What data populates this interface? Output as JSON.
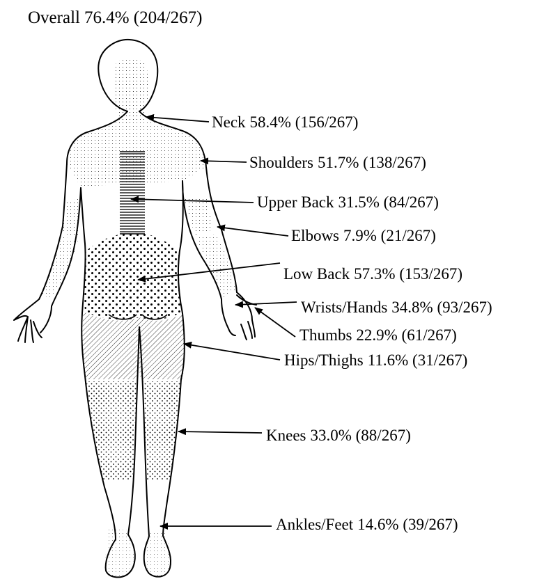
{
  "overall": {
    "label": "Overall",
    "value": "76.4% (204/267)"
  },
  "regions": {
    "neck": {
      "label": "Neck",
      "value": "58.4% (156/267)"
    },
    "shoulders": {
      "label": "Shoulders",
      "value": "51.7% (138/267)"
    },
    "upper_back": {
      "label": "Upper Back",
      "value": "31.5% (84/267)"
    },
    "elbows": {
      "label": "Elbows",
      "value": "7.9% (21/267)"
    },
    "low_back": {
      "label": "Low Back",
      "value": "57.3% (153/267)"
    },
    "wrists_hands": {
      "label": "Wrists/Hands",
      "value": "34.8% (93/267)"
    },
    "thumbs": {
      "label": "Thumbs",
      "value": "22.9% (61/267)"
    },
    "hips_thighs": {
      "label": "Hips/Thighs",
      "value": "11.6% (31/267)"
    },
    "knees": {
      "label": "Knees",
      "value": "33.0% (88/267)"
    },
    "ankles_feet": {
      "label": "Ankles/Feet",
      "value": "14.6% (39/267)"
    }
  },
  "colors": {
    "ink": "#000000",
    "background": "#ffffff"
  }
}
